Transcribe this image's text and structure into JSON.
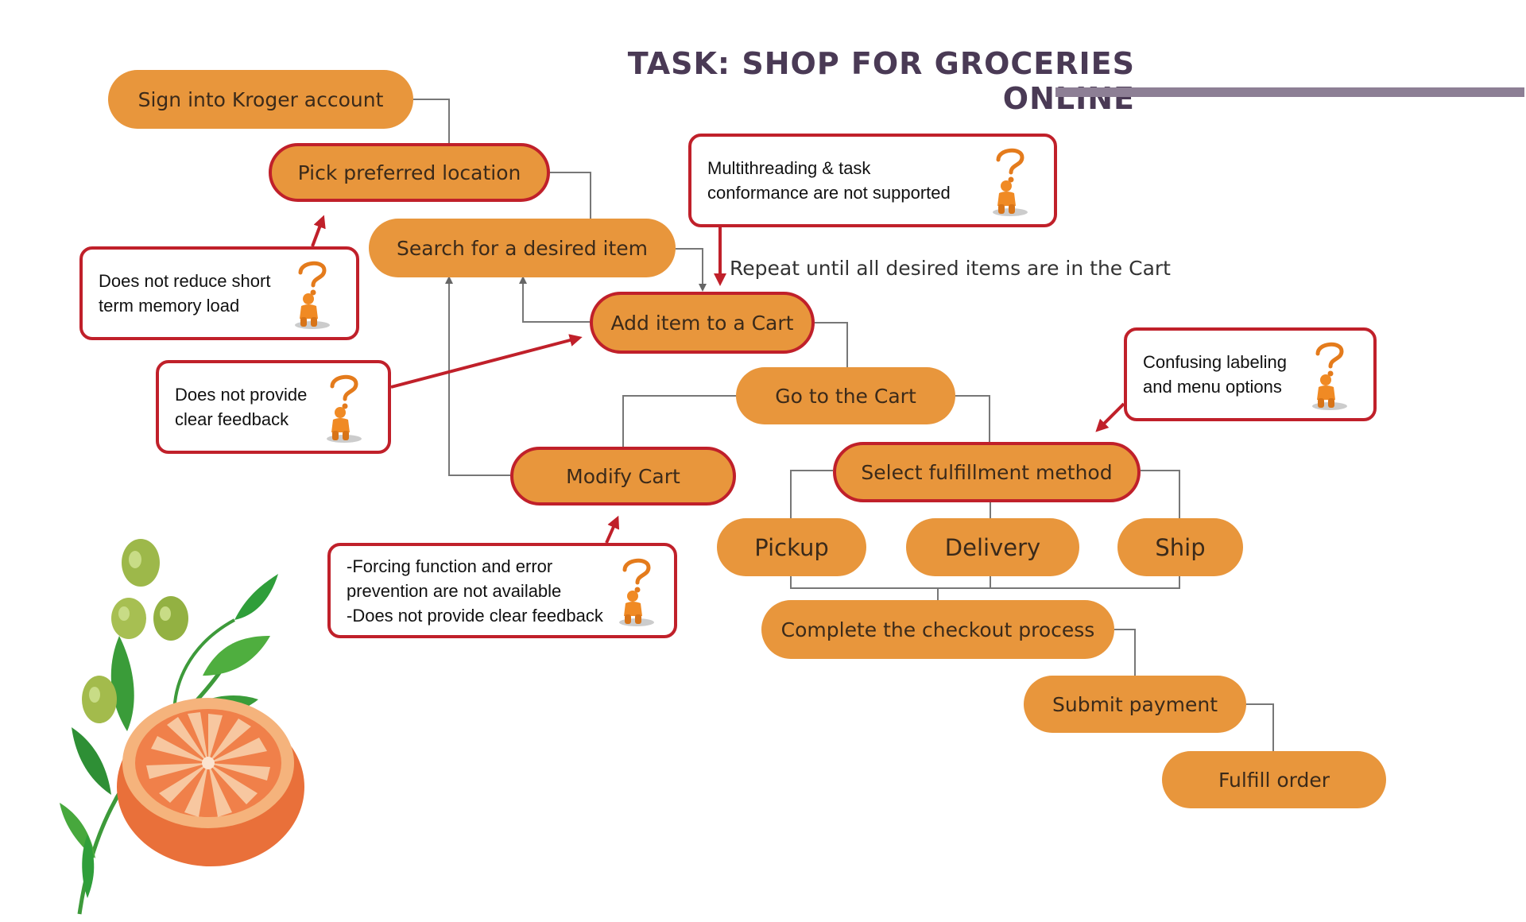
{
  "title": "TASK: SHOP FOR GROCERIES ONLINE",
  "steps": {
    "sign_in": "Sign into Kroger account",
    "pick_location": "Pick preferred location",
    "search_item": "Search for a desired item",
    "add_item": "Add item to a Cart",
    "go_cart": "Go to the Cart",
    "modify_cart": "Modify Cart",
    "select_fulfillment": "Select fulfillment method",
    "pickup": "Pickup",
    "delivery": "Delivery",
    "ship": "Ship",
    "checkout": "Complete the checkout process",
    "submit_payment": "Submit payment",
    "fulfill_order": "Fulfill order"
  },
  "loop_note": "Repeat until all desired items are in the Cart",
  "issues": {
    "memory_load": "Does not reduce short\nterm memory load",
    "feedback": "Does not provide\nclear feedback",
    "multithreading": "Multithreading & task\nconformance are not supported",
    "labeling": "Confusing labeling\nand menu options",
    "forcing": "-Forcing function and error\nprevention are not available\n-Does not provide clear feedback"
  },
  "icons": {
    "issue_figure": "confused-person-question-mark-icon",
    "decoration": "orange-slice-with-leaves"
  },
  "colors": {
    "node_fill": "#e8963c",
    "issue_border": "#c0202a",
    "connector": "#777777",
    "title": "#4a3a55"
  }
}
